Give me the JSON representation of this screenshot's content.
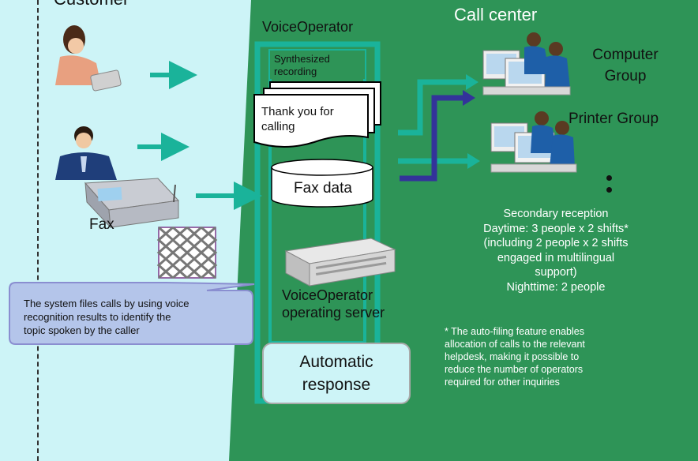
{
  "customer": {
    "title": "Customer"
  },
  "call_center": {
    "title": "Call center",
    "computer_group_line1": "Computer",
    "computer_group_line2": "Group",
    "printer_group": "Printer Group"
  },
  "voice_operator": {
    "title": "VoiceOperator",
    "synth_line1": "Synthesized",
    "synth_line2": "recording",
    "thanks_line1": "Thank you for",
    "thanks_line2": "calling",
    "fax_data": "Fax data",
    "server_line1": "VoiceOperator",
    "server_line2": "operating server",
    "auto_line1": "Automatic",
    "auto_line2": "response"
  },
  "fax": {
    "label": "Fax"
  },
  "reception": {
    "line1": "Secondary reception",
    "line2": "Daytime: 3 people x 2 shifts*",
    "line3": "(including 2 people x 2 shifts",
    "line4": "engaged in multilingual",
    "line5": "support)",
    "line6": "Nighttime: 2 people"
  },
  "footnote": {
    "line1": "* The auto-filing feature enables",
    "line2": "allocation of calls to the relevant",
    "line3": "helpdesk, making it possible to",
    "line4": "reduce the number of operators",
    "line5": "required for other inquiries"
  },
  "callout": {
    "line1": "The system files calls by using voice",
    "line2": "recognition results to identify the",
    "line3": "topic spoken by the caller"
  },
  "colors": {
    "customer_bg": "#cdf4f7",
    "panel_green": "#2e9457",
    "teal_arrow": "#1ab39a",
    "navy_arrow": "#33339a",
    "callout_fill": "#b4c5ea",
    "callout_border": "#8a8ed0"
  },
  "icons": {
    "phone_woman": "woman-on-phone-icon",
    "phone_man": "man-on-phone-icon",
    "fax_machine": "fax-machine-icon",
    "server": "rack-server-icon",
    "operator": "operator-headset-icon"
  }
}
